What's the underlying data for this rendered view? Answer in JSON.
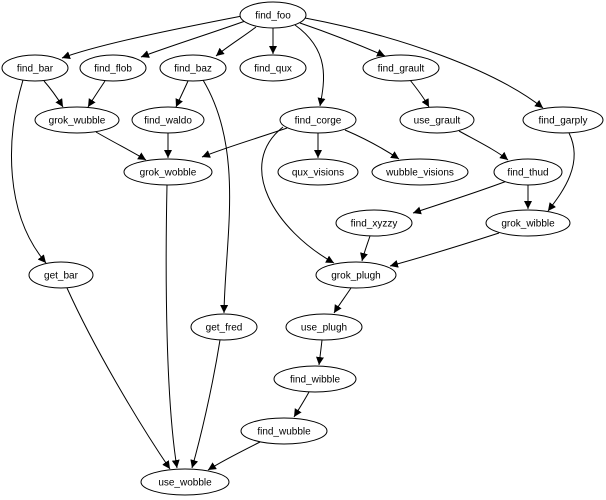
{
  "nodes": {
    "find_foo": "find_foo",
    "find_bar": "find_bar",
    "find_flob": "find_flob",
    "find_baz": "find_baz",
    "find_qux": "find_qux",
    "find_grault": "find_grault",
    "find_garply": "find_garply",
    "grok_wubble_1": "grok_wubble",
    "find_waldo": "find_waldo",
    "find_corge": "find_corge",
    "use_grault": "use_grault",
    "grok_wobble": "grok_wobble",
    "qux_visions": "qux_visions",
    "wubble_visions": "wubble_visions",
    "find_thud": "find_thud",
    "find_xyzzy": "find_xyzzy",
    "grok_wibble": "grok_wibble",
    "get_bar": "get_bar",
    "grok_plugh": "grok_plugh",
    "get_fred": "get_fred",
    "use_plugh": "use_plugh",
    "find_wibble": "find_wibble",
    "find_wubble": "find_wubble",
    "use_wobble": "use_wobble"
  },
  "edges": [
    [
      "find_foo",
      "find_bar"
    ],
    [
      "find_foo",
      "find_flob"
    ],
    [
      "find_foo",
      "find_baz"
    ],
    [
      "find_foo",
      "find_qux"
    ],
    [
      "find_foo",
      "find_corge"
    ],
    [
      "find_foo",
      "find_grault"
    ],
    [
      "find_foo",
      "find_garply"
    ],
    [
      "find_bar",
      "grok_wubble_1"
    ],
    [
      "find_bar",
      "get_bar"
    ],
    [
      "find_flob",
      "grok_wubble_1"
    ],
    [
      "find_baz",
      "find_waldo"
    ],
    [
      "find_baz",
      "get_fred"
    ],
    [
      "find_grault",
      "use_grault"
    ],
    [
      "grok_wubble_1",
      "grok_wobble"
    ],
    [
      "find_waldo",
      "grok_wobble"
    ],
    [
      "find_corge",
      "grok_wobble"
    ],
    [
      "find_corge",
      "qux_visions"
    ],
    [
      "find_corge",
      "wubble_visions"
    ],
    [
      "find_corge",
      "grok_plugh"
    ],
    [
      "use_grault",
      "find_thud"
    ],
    [
      "find_garply",
      "grok_wibble"
    ],
    [
      "find_thud",
      "find_xyzzy"
    ],
    [
      "find_thud",
      "grok_wibble"
    ],
    [
      "find_xyzzy",
      "grok_plugh"
    ],
    [
      "grok_wibble",
      "grok_plugh"
    ],
    [
      "grok_wobble",
      "use_wobble"
    ],
    [
      "get_bar",
      "use_wobble"
    ],
    [
      "get_fred",
      "use_wobble"
    ],
    [
      "grok_plugh",
      "use_plugh"
    ],
    [
      "use_plugh",
      "find_wibble"
    ],
    [
      "find_wibble",
      "find_wubble"
    ],
    [
      "find_wubble",
      "use_wobble"
    ]
  ]
}
